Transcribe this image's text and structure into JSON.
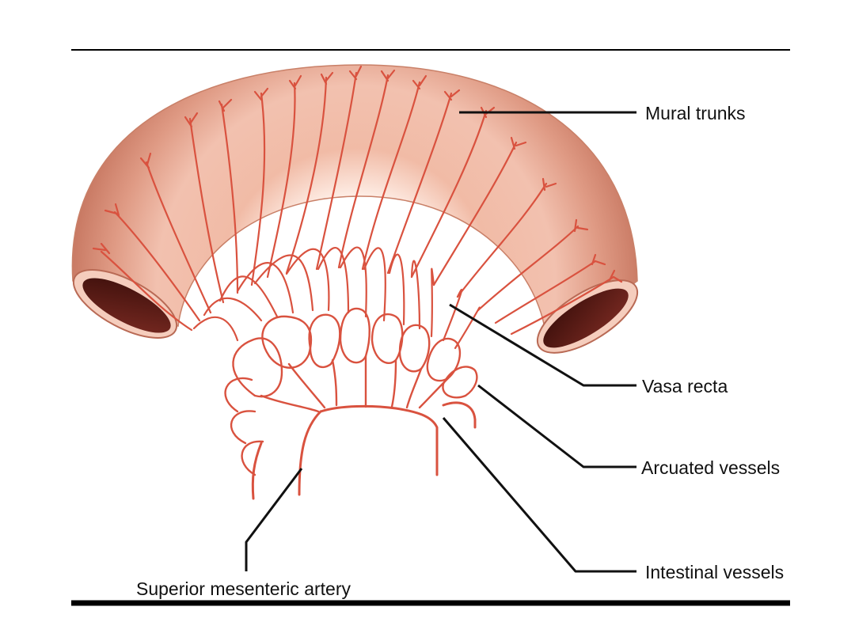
{
  "colors": {
    "bowel_light": "#f6c9b8",
    "bowel_dark": "#d88e78",
    "lumen": "#5e1d17",
    "vessel": "#d9523f",
    "text": "#111111"
  },
  "labels": {
    "mural_trunks": "Mural trunks",
    "vasa_recta": "Vasa recta",
    "arcuated_vessels": "Arcuated vessels",
    "intestinal_vessels": "Intestinal vessels",
    "superior_mesenteric_artery": "Superior mesenteric artery"
  }
}
